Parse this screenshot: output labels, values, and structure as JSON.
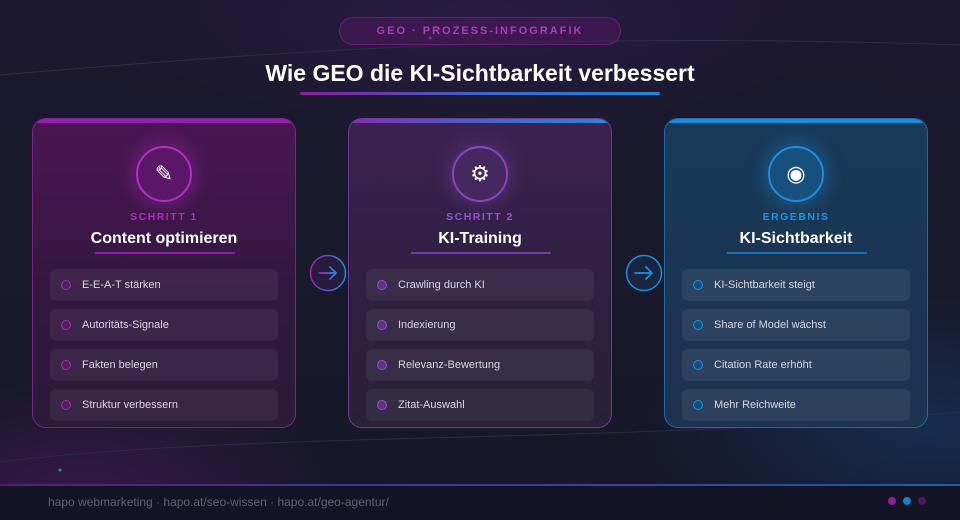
{
  "header": {
    "pill_label": "GEO · PROZESS-INFOGRAFIK",
    "title": "Wie GEO die KI-Sichtbarkeit verbessert"
  },
  "cards": [
    {
      "step": "SCHRITT 1",
      "title": "Content optimieren",
      "icon": "document-edit-icon",
      "accent": "#a51fb6",
      "items": [
        "E-E-A-T stärken",
        "Autoritäts-Signale",
        "Fakten belegen",
        "Struktur verbessern"
      ]
    },
    {
      "step": "SCHRITT 2",
      "title": "KI-Training",
      "icon": "brain-icon",
      "accent": "#8a4fc8",
      "items": [
        "Crawling durch KI",
        "Indexierung",
        "Relevanz-Bewertung",
        "Zitat-Auswahl"
      ]
    },
    {
      "step": "ERGEBNIS",
      "title": "KI-Sichtbarkeit",
      "icon": "eye-icon",
      "accent": "#1d8ee0",
      "items": [
        "KI-Sichtbarkeit steigt",
        "Share of Model wächst",
        "Citation Rate erhöht",
        "Mehr Reichweite"
      ]
    }
  ],
  "footer": {
    "text": "hapo webmarketing · hapo.at/seo-wissen · hapo.at/geo-agentur/",
    "dots": [
      "#8e1f9e",
      "#1a7ec8",
      "#4a1a5a"
    ]
  }
}
